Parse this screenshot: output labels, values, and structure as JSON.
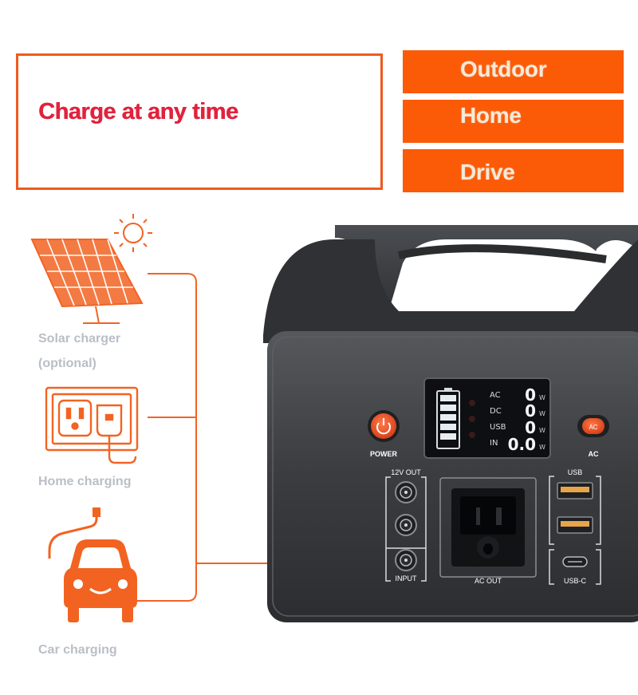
{
  "hero": {
    "title": "Charge at any time"
  },
  "scenarios": [
    {
      "label": "Outdoor"
    },
    {
      "label": "Home"
    },
    {
      "label": "Drive"
    }
  ],
  "charging_methods": {
    "solar": {
      "line1": "Solar charger",
      "line2": "(optional)"
    },
    "home": {
      "label": "Home charging"
    },
    "car": {
      "label": "Car charging"
    }
  },
  "device": {
    "display": {
      "rows": [
        {
          "label": "AC",
          "value": "0",
          "unit": "W"
        },
        {
          "label": "DC",
          "value": "0",
          "unit": "W"
        },
        {
          "label": "USB",
          "value": "0",
          "unit": "W"
        },
        {
          "label": "IN",
          "value": "0.0",
          "unit": "W"
        }
      ]
    },
    "power_label": "POWER",
    "ac_button_text": "AC",
    "ac_label": "AC",
    "dc_out_label": "12V OUT",
    "input_label": "INPUT",
    "ac_out_label": "AC OUT",
    "usb_label": "USB",
    "usbc_label": "USB-C"
  },
  "colors": {
    "accent_orange": "#fb5a07",
    "icon_orange": "#f26322",
    "title_red": "#e2223d",
    "device_body": "#3a3c3f",
    "label_gray": "#b9bfc6"
  },
  "icons": {
    "sun": "sun-icon",
    "solar_panel": "solar-panel-icon",
    "wall_outlet": "wall-outlet-icon",
    "plug": "plug-icon",
    "car": "car-icon"
  }
}
